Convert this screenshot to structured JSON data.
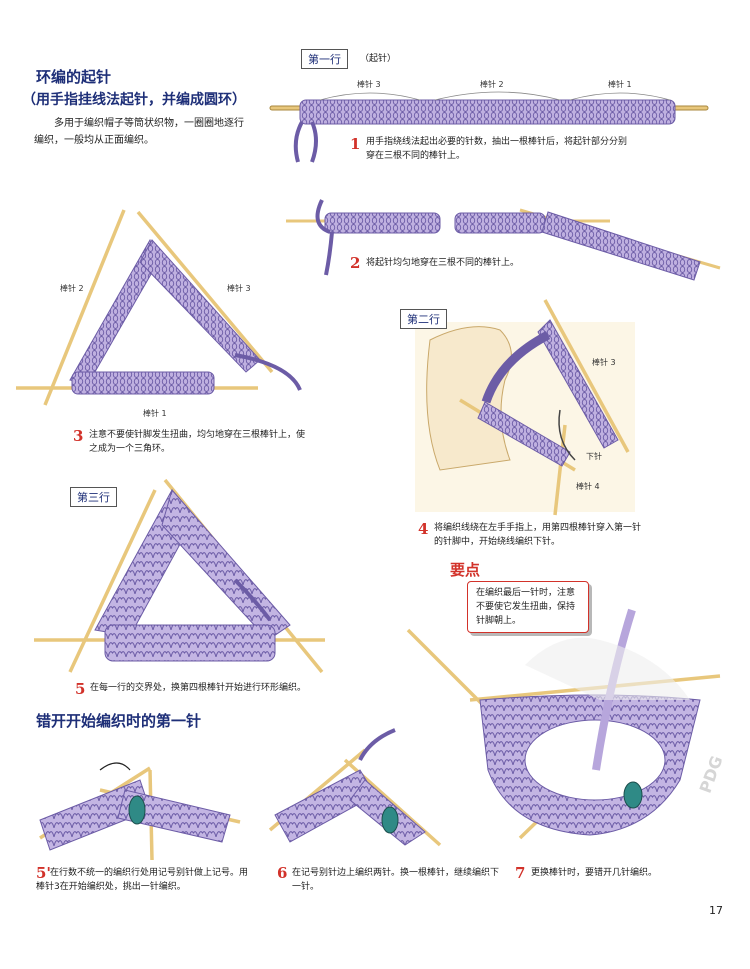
{
  "header": {
    "title": "环编的起针",
    "subtitle": "（用手指挂线法起针，并编成圆环）",
    "intro_line1": "多用于编织帽子等筒状织物，一圈圈地逐行",
    "intro_line2": "编织，一般均从正面编织。"
  },
  "row_labels": {
    "row1": "第一行",
    "row1_note": "（起针）",
    "row2": "第二行",
    "row3": "第三行"
  },
  "needles": {
    "n1": "棒针 1",
    "n2": "棒针 2",
    "n3": "棒针 3",
    "n4": "棒针 4",
    "down": "下针"
  },
  "steps": {
    "s1_num": "1",
    "s1_line1": "用手指绕线法起出必要的针数，抽出一根棒针后，将起针部分分别",
    "s1_line2": "穿在三根不同的棒针上。",
    "s2_num": "2",
    "s2_text": "将起针均匀地穿在三根不同的棒针上。",
    "s3_num": "3",
    "s3_line1": "注意不要使针脚发生扭曲，均匀地穿在三根棒针上，使",
    "s3_line2": "之成为一个三角环。",
    "s4_num": "4",
    "s4_line1": "将编织线绕在左手手指上，用第四根棒针穿入第一针",
    "s4_line2": "的针脚中，开始绕线编织下针。",
    "s5_num": "5",
    "s5_text": "在每一行的交界处，换第四根棒针开始进行环形编织。",
    "s5b_num": "5'",
    "s5b_line1": "在行数不统一的编织行处用记号别针做上记号。用",
    "s5b_line2": "棒针3在开始编织处，挑出一针编织。",
    "s6_num": "6",
    "s6_line1": "在记号别针边上编织两针。换一根棒针，继续编织下",
    "s6_line2": "一针。",
    "s7_num": "7",
    "s7_text": "更换棒针时，要错开几针编织。"
  },
  "section2_title": "错开开始编织时的第一针",
  "key_point": {
    "title": "要点",
    "line1": "在编织最后一针时，注意",
    "line2": "不要使它发生扭曲，保持",
    "line3": "针脚朝上。"
  },
  "watermark": "PDG",
  "page_number": "17",
  "colors": {
    "yarn": "#b7a6dc",
    "yarn_edge": "#6c5ca6",
    "needle": "#e8c77c",
    "needle_edge": "#a8873e",
    "accent": "#d2322a",
    "title": "#1e2f78"
  }
}
